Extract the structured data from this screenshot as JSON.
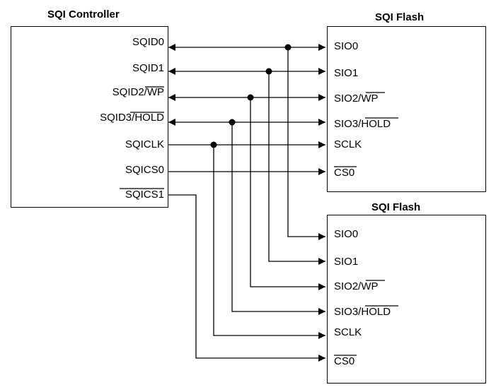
{
  "controller": {
    "title": "SQI Controller",
    "pins": [
      {
        "name": "SQID0",
        "prefix": "SQID0",
        "over": ""
      },
      {
        "name": "SQID1",
        "prefix": "SQID1",
        "over": ""
      },
      {
        "name": "SQID2/WP",
        "prefix": "SQID2/",
        "over": "WP"
      },
      {
        "name": "SQID3/HOLD",
        "prefix": "SQID3/",
        "over": "HOLD"
      },
      {
        "name": "SQICLK",
        "prefix": "SQICLK",
        "over": ""
      },
      {
        "name": "SQICS0",
        "prefix": "SQICS0",
        "over": ""
      },
      {
        "name": "SQICS1",
        "prefix": "",
        "over": "SQICS1"
      }
    ]
  },
  "flashes": [
    {
      "title": "SQI Flash",
      "pins": [
        {
          "name": "SIO0",
          "prefix": "SIO0",
          "over": ""
        },
        {
          "name": "SIO1",
          "prefix": "SIO1",
          "over": ""
        },
        {
          "name": "SIO2/WP",
          "prefix": "SIO2/",
          "over": "WP"
        },
        {
          "name": "SIO3/HOLD",
          "prefix": "SIO3/",
          "over": "HOLD"
        },
        {
          "name": "SCLK",
          "prefix": "SCLK",
          "over": ""
        },
        {
          "name": "CS0",
          "prefix": "",
          "over": "CS0"
        }
      ]
    },
    {
      "title": "SQI Flash",
      "pins": [
        {
          "name": "SIO0",
          "prefix": "SIO0",
          "over": ""
        },
        {
          "name": "SIO1",
          "prefix": "SIO1",
          "over": ""
        },
        {
          "name": "SIO2/WP",
          "prefix": "SIO2/",
          "over": "WP"
        },
        {
          "name": "SIO3/HOLD",
          "prefix": "SIO3/",
          "over": "HOLD"
        },
        {
          "name": "SCLK",
          "prefix": "SCLK",
          "over": ""
        },
        {
          "name": "CS0",
          "prefix": "",
          "over": "CS0"
        }
      ]
    }
  ],
  "connections": [
    {
      "from": "SQID0",
      "to": "SIO0",
      "bidirectional": true
    },
    {
      "from": "SQID1",
      "to": "SIO1",
      "bidirectional": true
    },
    {
      "from": "SQID2/WP",
      "to": "SIO2/WP",
      "bidirectional": true
    },
    {
      "from": "SQID3/HOLD",
      "to": "SIO3/HOLD",
      "bidirectional": true
    },
    {
      "from": "SQICLK",
      "to": "SCLK",
      "bidirectional": false
    },
    {
      "from": "SQICS0",
      "to": "CS0 (flash 1)",
      "bidirectional": false
    },
    {
      "from": "SQICS1",
      "to": "CS0 (flash 2)",
      "bidirectional": false
    }
  ]
}
